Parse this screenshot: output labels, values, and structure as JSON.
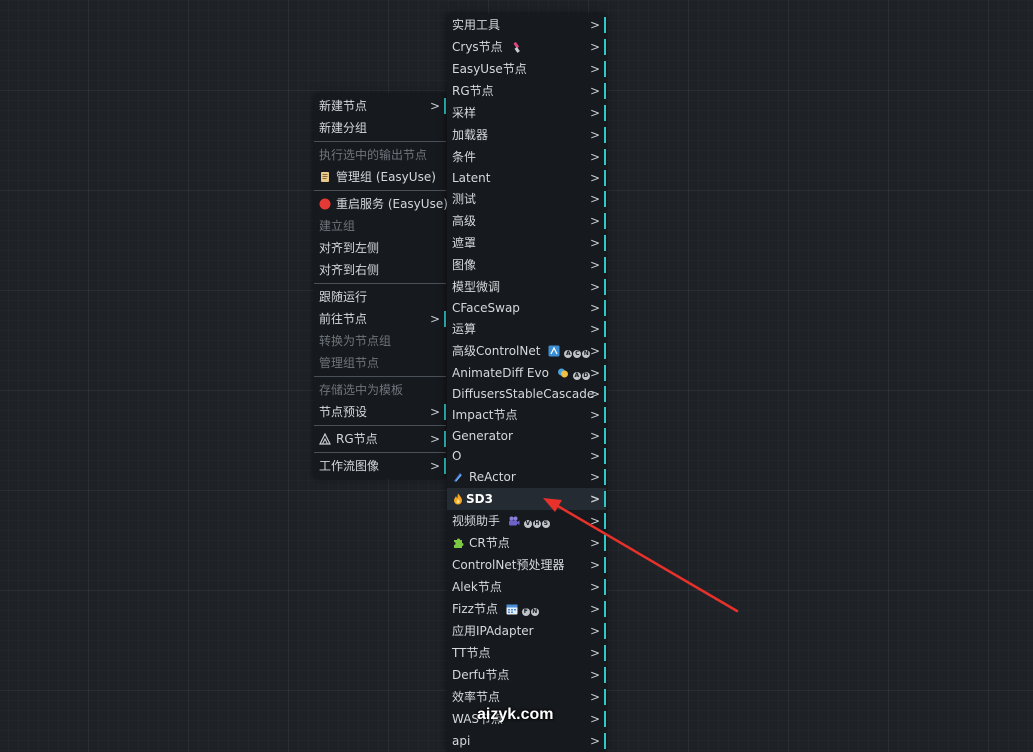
{
  "left_menu": {
    "new_node": "新建节点",
    "new_group": "新建分组",
    "exec_output": "执行选中的输出节点",
    "manage_group": "管理组 (EasyUse)",
    "restart_service": "重启服务 (EasyUse)",
    "build_group": "建立组",
    "align_left": "对齐到左侧",
    "align_right": "对齐到右侧",
    "follow_run": "跟随运行",
    "goto_node": "前往节点",
    "convert_group": "转换为节点组",
    "manage_group_nodes": "管理组节点",
    "save_template": "存储选中为模板",
    "node_preset": "节点预设",
    "rg_nodes": "RG节点",
    "workflow_image": "工作流图像"
  },
  "right_menu": {
    "items": [
      "实用工具",
      "Crys节点",
      "EasyUse节点",
      "RG节点",
      "采样",
      "加载器",
      "条件",
      "Latent",
      "测试",
      "高级",
      "遮罩",
      "图像",
      "模型微调",
      "CFaceSwap",
      "运算",
      "高级ControlNet",
      "AnimateDiff Evo",
      "DiffusersStableCascade",
      "Impact节点",
      "Generator",
      "O",
      "ReActor",
      "SD3",
      "视频助手",
      "CR节点",
      "ControlNet预处理器",
      "Alek节点",
      "Fizz节点",
      "应用IPAdapter",
      "TT节点",
      "Derfu节点",
      "效率节点",
      "WAS节点",
      "api"
    ],
    "badges_controlnet": [
      "A",
      "C",
      "N"
    ],
    "badges_animatediff": [
      "A",
      "D"
    ],
    "badges_video": [
      "V",
      "H",
      "S"
    ],
    "badges_fizz": [
      "F",
      "N"
    ]
  },
  "arrow_glyph": ">",
  "watermark": "aizyk.com",
  "colors": {
    "accent_teal": "#2fc8c8",
    "annotation_arrow": "#e8312a",
    "menu_bg": "#16191d"
  }
}
